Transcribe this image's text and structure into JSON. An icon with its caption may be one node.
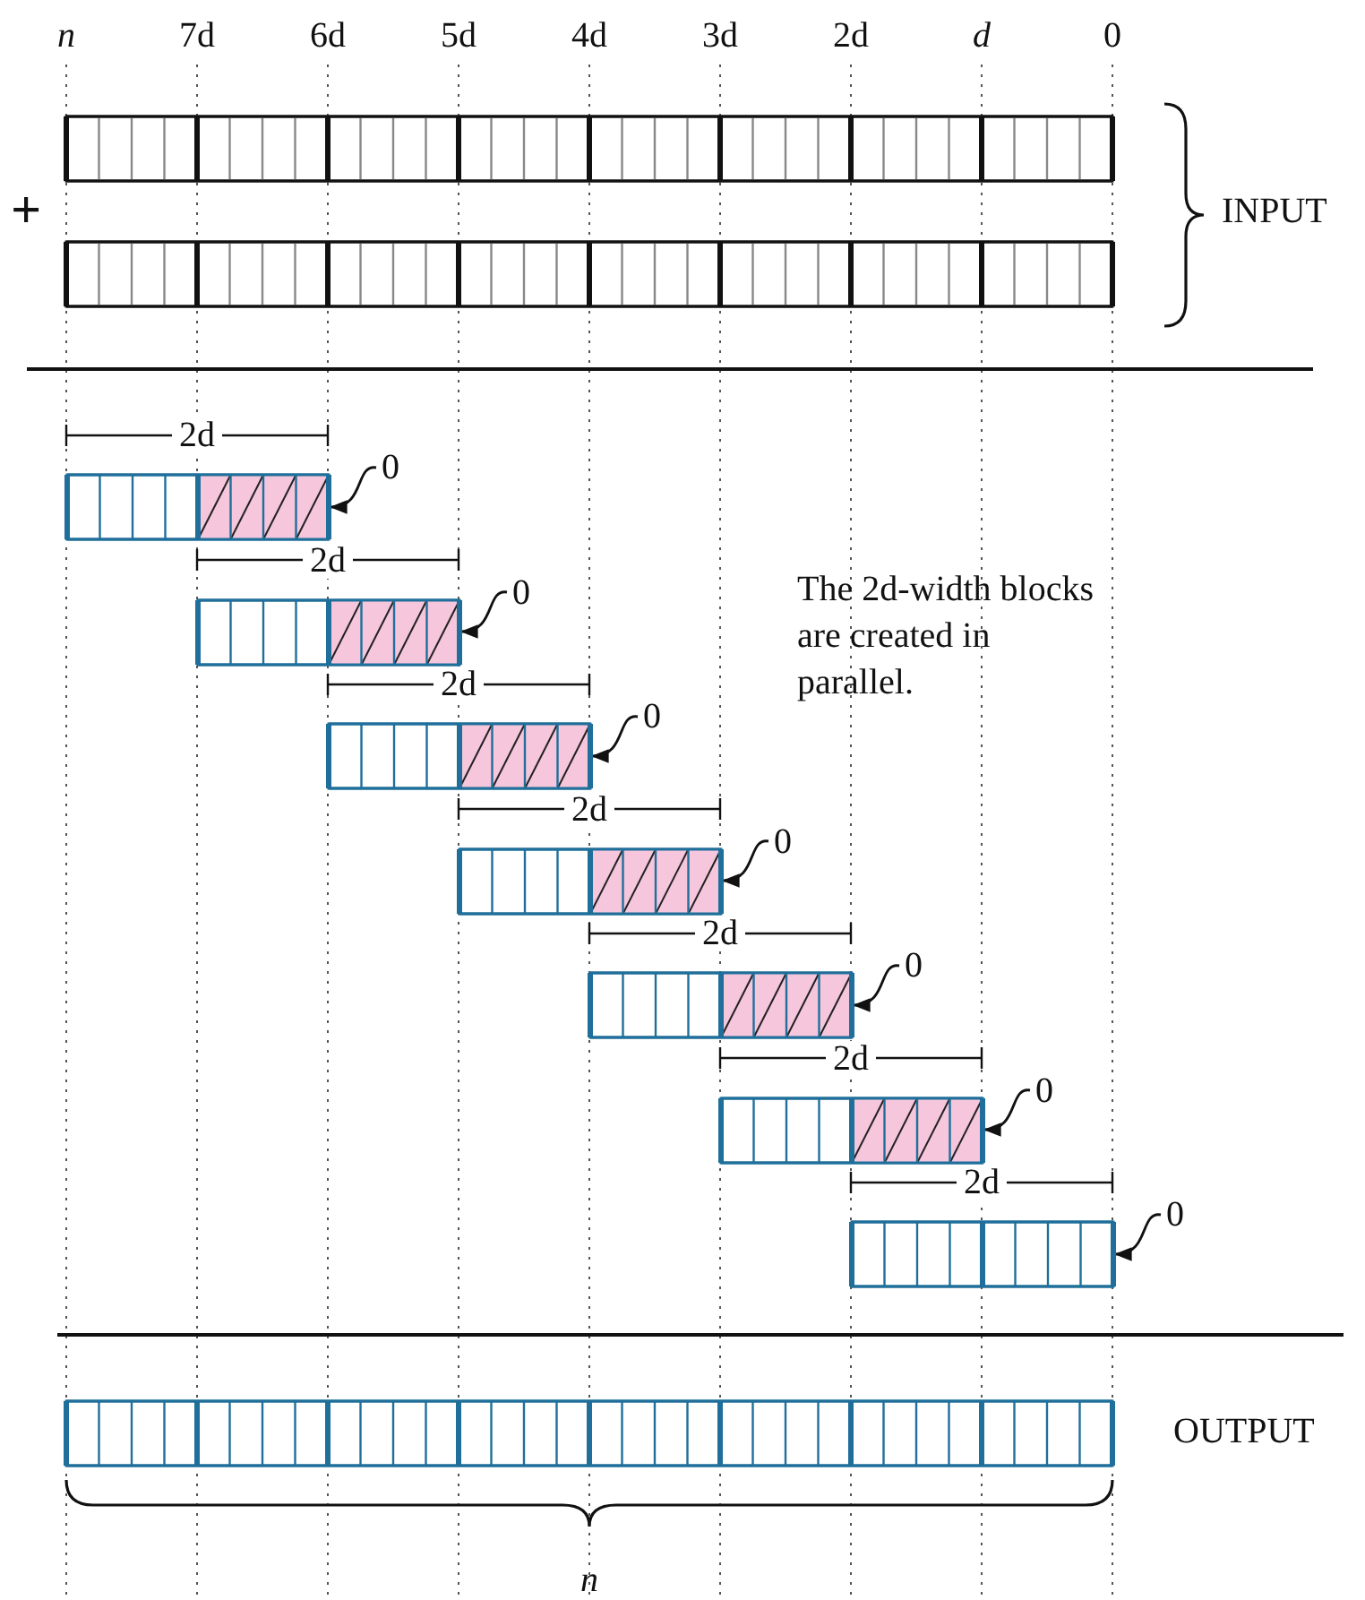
{
  "diagram": {
    "nodes": [
      {
        "text": [],
        "shape": "bar"
      },
      {
        "text": [
          "0"
        ]
      },
      {
        "text": [],
        "shape": "bar"
      },
      {
        "text": [
          "0"
        ]
      },
      {
        "text": [],
        "shape": "bar"
      },
      {
        "text": [
          "0"
        ]
      },
      {
        "text": [],
        "shape": "bar"
      },
      {
        "text": [
          "0"
        ]
      },
      {
        "text": [],
        "shape": "bar"
      },
      {
        "text": [
          "0"
        ]
      },
      {
        "text": [],
        "shape": "bar"
      },
      {
        "text": [
          "0"
        ]
      },
      {
        "text": [],
        "shape": "bar"
      },
      {
        "text": [
          "0"
        ]
      }
    ],
    "edges": [
      {
        "from": 1,
        "to": 0,
        "arrow": "to"
      },
      {
        "from": 3,
        "to": 2,
        "arrow": "to"
      },
      {
        "from": 5,
        "to": 4,
        "arrow": "to"
      },
      {
        "from": 7,
        "to": 6,
        "arrow": "to"
      },
      {
        "from": 9,
        "to": 8,
        "arrow": "to"
      },
      {
        "from": 11,
        "to": 10,
        "arrow": "to"
      },
      {
        "from": 13,
        "to": 12,
        "arrow": "to"
      }
    ],
    "labels": [
      "n",
      "7d",
      "6d",
      "5d",
      "4d",
      "3d",
      "2d",
      "d",
      "0",
      "+",
      "INPUT",
      "2d",
      "2d",
      "The 2d-width blocks are created in parallel.",
      "2d",
      "2d",
      "2d",
      "2d",
      "2d",
      "OUTPUT",
      "n"
    ]
  }
}
